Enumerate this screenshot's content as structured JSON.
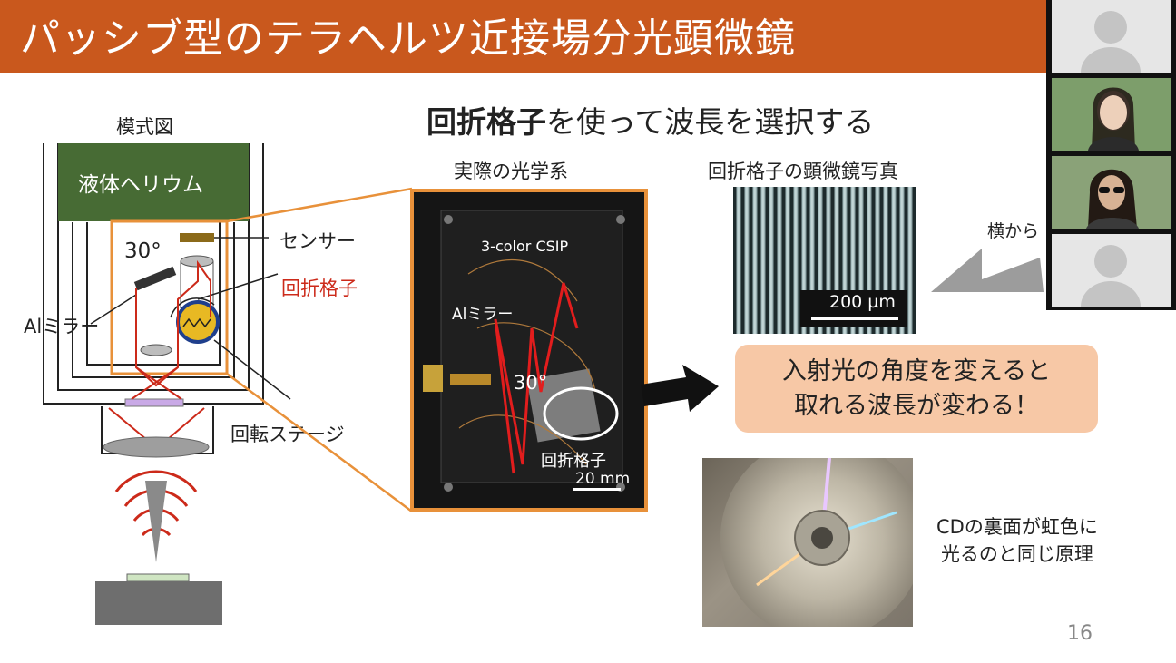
{
  "slide": {
    "title": "パッシブ型のテラヘルツ近接場分光顕微鏡",
    "page_number": "16"
  },
  "schematic": {
    "label": "模式図",
    "helium": "液体ヘリウム",
    "angle": "30°",
    "sensor": "センサー",
    "grating": "回折格子",
    "mirror": "Alミラー",
    "stage": "回転ステージ"
  },
  "headline": {
    "bold": "回折格子",
    "rest": "を使って波長を選択する"
  },
  "optics_photo": {
    "label": "実際の光学系",
    "csip": "3-color CSIP",
    "mirror": "Alミラー",
    "angle": "30°",
    "grating": "回折格子",
    "scale": "20 mm"
  },
  "micrograph": {
    "label": "回折格子の顕微鏡写真",
    "scale": "200 µm"
  },
  "side_note": "横から",
  "callout": {
    "line1": "入射光の角度を変えると",
    "line2": "取れる波長が変わる！"
  },
  "cd": {
    "line1": "CDの裏面が虹色に",
    "line2": "光るのと同じ原理"
  },
  "colors": {
    "title_bar": "#c9581d",
    "helium_box": "#476b34",
    "highlight": "#e8913a",
    "beam": "#cc2a1a",
    "callout": "#f7c8a6"
  },
  "video": {
    "participants": [
      "avatar-icon",
      "participant-video",
      "participant-video",
      "avatar-icon"
    ]
  }
}
